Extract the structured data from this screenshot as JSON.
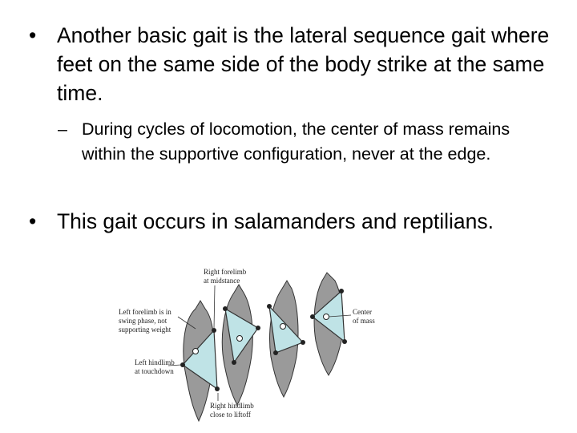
{
  "bullets": [
    {
      "mark": "•",
      "text": "Another basic gait is the lateral sequence gait where feet on the same side of the body strike at the same time."
    },
    {
      "mark": "•",
      "text": "This gait occurs in salamanders and reptilians."
    }
  ],
  "sub_bullet": {
    "mark": "–",
    "text": "During cycles of locomotion, the center of mass remains within the supportive configuration, never at the edge."
  },
  "figure": {
    "labels": {
      "right_forelimb": [
        "Right forelimb",
        "at midstance"
      ],
      "left_forelimb": [
        "Left forelimb is in",
        "swing phase, not",
        "supporting weight"
      ],
      "left_hindlimb": [
        "Left hindlimb",
        "at touchdown"
      ],
      "right_hindlimb": [
        "Right hindlimb",
        "close to liftoff"
      ],
      "center_of_mass": [
        "Center",
        "of mass"
      ]
    },
    "colors": {
      "body": "#9a9a9a",
      "triangle": "#bfe3e6",
      "outline": "#333333"
    }
  }
}
